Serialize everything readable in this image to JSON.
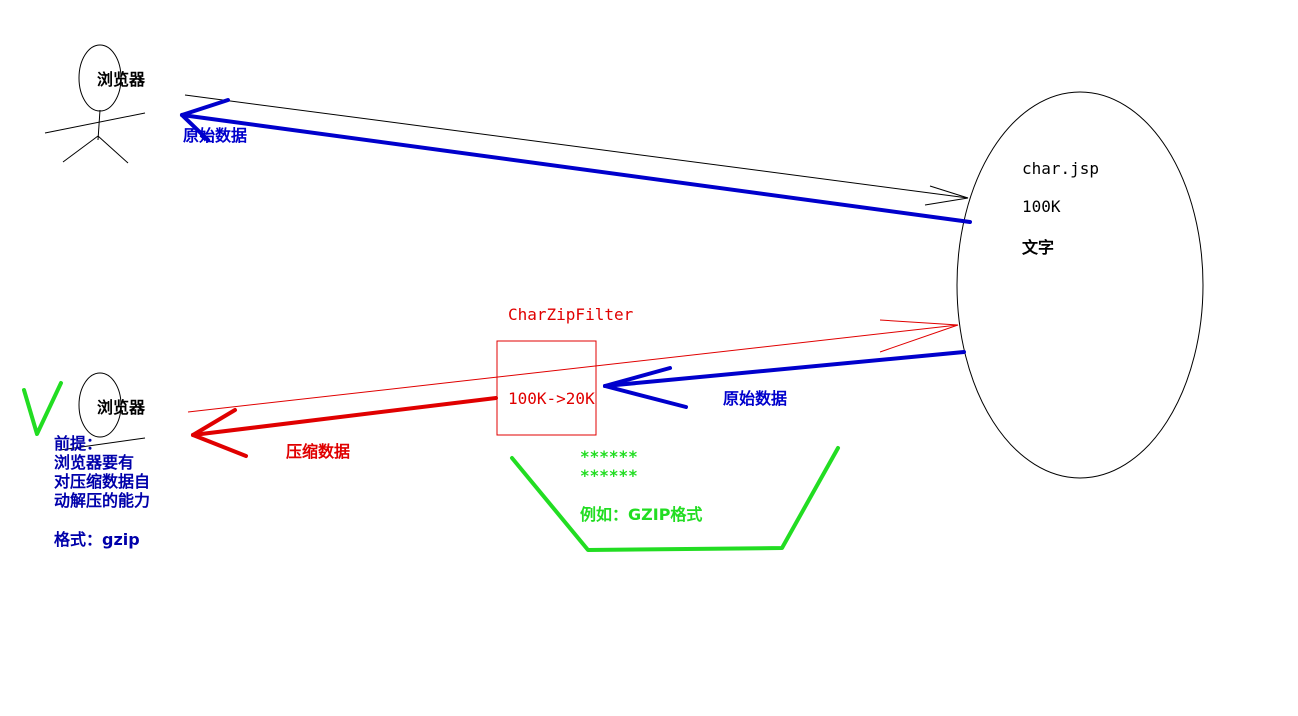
{
  "top_client": {
    "label": "浏览器",
    "arrow_label": "原始数据"
  },
  "server": {
    "file": "char.jsp",
    "size": "100K",
    "content": "文字"
  },
  "bottom_client": {
    "label": "浏览器",
    "arrow_label": "压缩数据"
  },
  "filter": {
    "name": "CharZipFilter",
    "ratio": "100K->20K",
    "incoming_label": "原始数据"
  },
  "note": {
    "title": "前提：",
    "lines": [
      "浏览器要有",
      "对压缩数据自",
      "动解压的能力"
    ],
    "format": "格式：gzip"
  },
  "green_box": {
    "stars1": "******",
    "stars2": "******",
    "example": "例如：GZIP格式"
  },
  "colors": {
    "blue": "#0000cc",
    "red": "#e00000",
    "green": "#22dd22"
  }
}
